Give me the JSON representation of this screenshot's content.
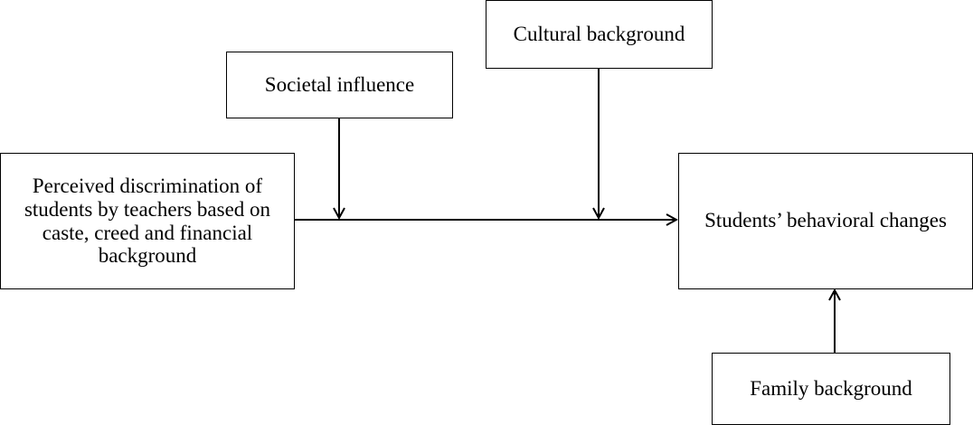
{
  "diagram": {
    "nodes": {
      "perceived_discrimination": {
        "label": "Perceived discrimination of students by teachers based on caste, creed and financial background"
      },
      "societal_influence": {
        "label": "Societal influence"
      },
      "cultural_background": {
        "label": "Cultural background"
      },
      "behavioral_changes": {
        "label": "Students’ behavioral changes"
      },
      "family_background": {
        "label": "Family background"
      }
    },
    "edges": [
      {
        "from": "perceived_discrimination",
        "to": "behavioral_changes",
        "type": "direct-effect"
      },
      {
        "from": "societal_influence",
        "to": "perceived_discrimination->behavioral_changes",
        "type": "moderator"
      },
      {
        "from": "cultural_background",
        "to": "perceived_discrimination->behavioral_changes",
        "type": "moderator"
      },
      {
        "from": "family_background",
        "to": "behavioral_changes",
        "type": "direct-effect"
      }
    ],
    "colors": {
      "line": "#000000",
      "box_border": "#000000",
      "background": "#ffffff"
    }
  }
}
